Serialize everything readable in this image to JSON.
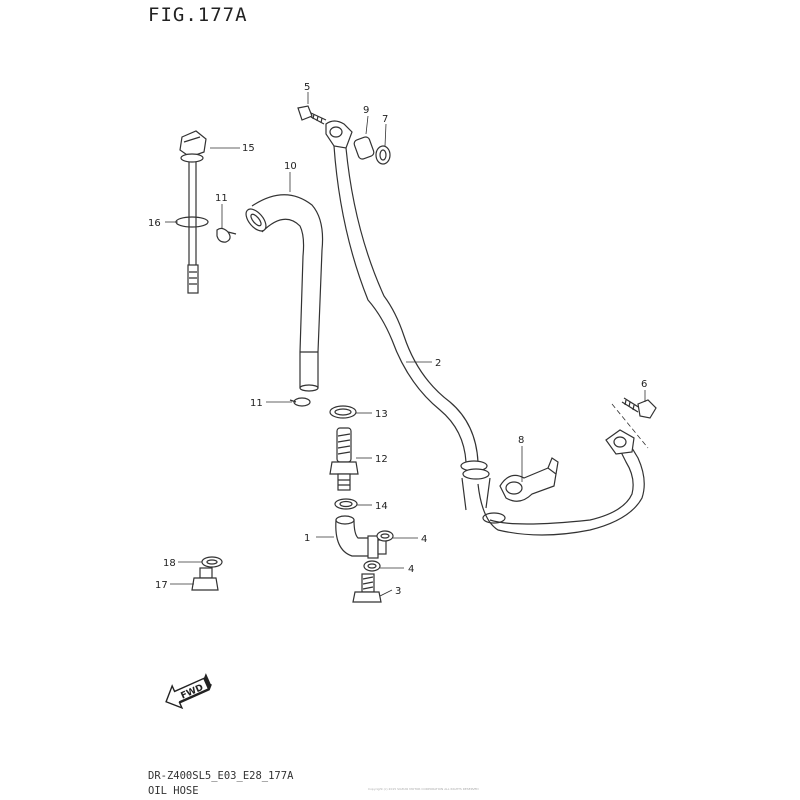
{
  "figure": {
    "title": "FIG.177A",
    "model_code": "DR-Z400SL5_E03_E28_177A",
    "section_name": "OIL HOSE",
    "fine_print": "Copyright (c) 2015 SUZUKI MOTOR CORPORATION ALL RIGHTS RESERVED"
  },
  "forward_marker": "FWD",
  "callouts": {
    "c1": "1",
    "c2": "2",
    "c3": "3",
    "c4a": "4",
    "c4b": "4",
    "c5": "5",
    "c6": "6",
    "c7": "7",
    "c8": "8",
    "c9": "9",
    "c10": "10",
    "c11a": "11",
    "c11b": "11",
    "c12": "12",
    "c13": "13",
    "c14": "14",
    "c15": "15",
    "c16": "16",
    "c17": "17",
    "c18": "18"
  }
}
